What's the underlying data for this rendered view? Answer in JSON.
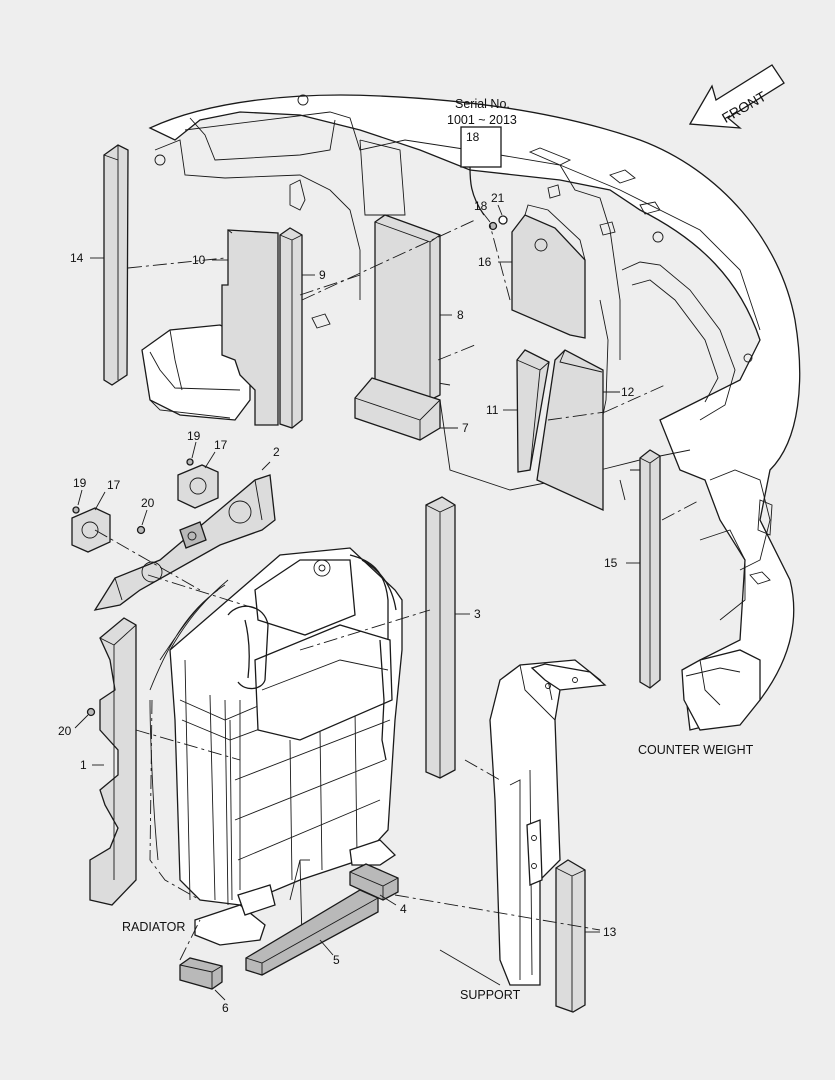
{
  "captions": {
    "counter_weight": "COUNTER WEIGHT",
    "radiator": "RADIATOR",
    "support": "SUPPORT",
    "front": "FRONT"
  },
  "serial": {
    "line1": "Serial No.",
    "line2": "1001 ~ 2013"
  },
  "callouts": {
    "c1": "1",
    "c2": "2",
    "c3": "3",
    "c4": "4",
    "c5": "5",
    "c6": "6",
    "c7": "7",
    "c8": "8",
    "c9": "9",
    "c10": "10",
    "c11": "11",
    "c12": "12",
    "c13": "13",
    "c14": "14",
    "c15": "15",
    "c16": "16",
    "c17a": "17",
    "c17b": "17",
    "c18a": "18",
    "c18b": "18",
    "c19a": "19",
    "c19b": "19",
    "c20a": "20",
    "c20b": "20",
    "c21": "21"
  }
}
